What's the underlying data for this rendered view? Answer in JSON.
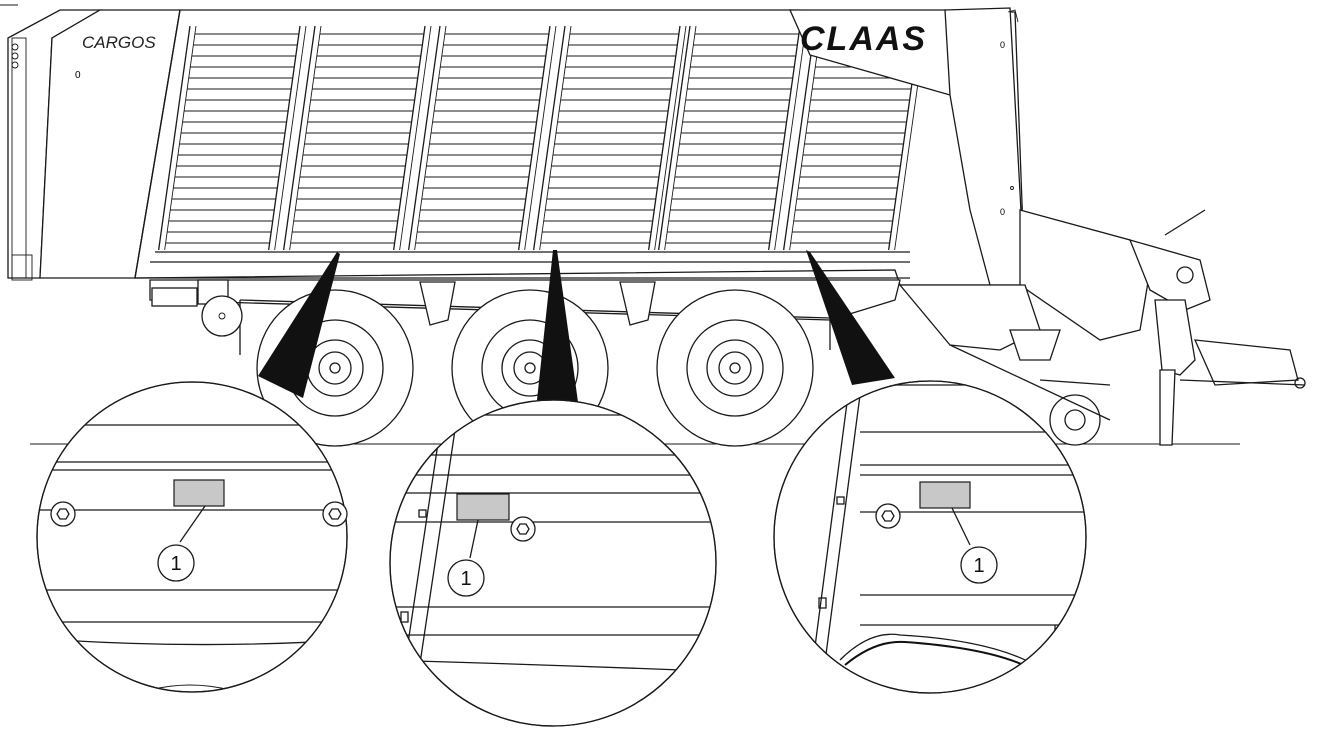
{
  "machine": {
    "brand": "CLAAS",
    "model": "CARGOS"
  },
  "details": [
    {
      "callout": "1"
    },
    {
      "callout": "1"
    },
    {
      "callout": "1"
    }
  ]
}
